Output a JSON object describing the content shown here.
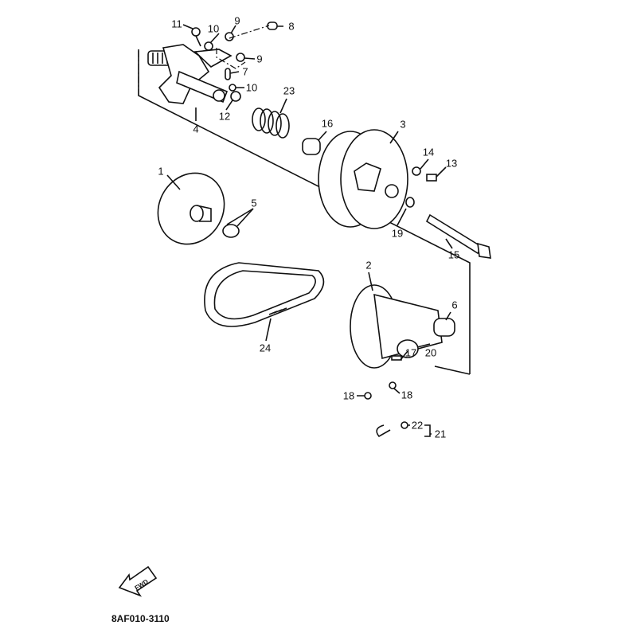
{
  "diagram_code": "8AF010-3110",
  "direction_marker": "FWD",
  "callouts": {
    "c11": "11",
    "c10a": "10",
    "c9a": "9",
    "c8": "8",
    "c9b": "9",
    "c7": "7",
    "c10b": "10",
    "c12": "12",
    "c4": "4",
    "c23": "23",
    "c16": "16",
    "c3": "3",
    "c14": "14",
    "c13": "13",
    "c1": "1",
    "c5": "5",
    "c19": "19",
    "c15": "15",
    "c2": "2",
    "c6": "6",
    "c24": "24",
    "c17": "17",
    "c20": "20",
    "c18a": "18",
    "c18b": "18",
    "c22": "22",
    "c21": "21"
  }
}
